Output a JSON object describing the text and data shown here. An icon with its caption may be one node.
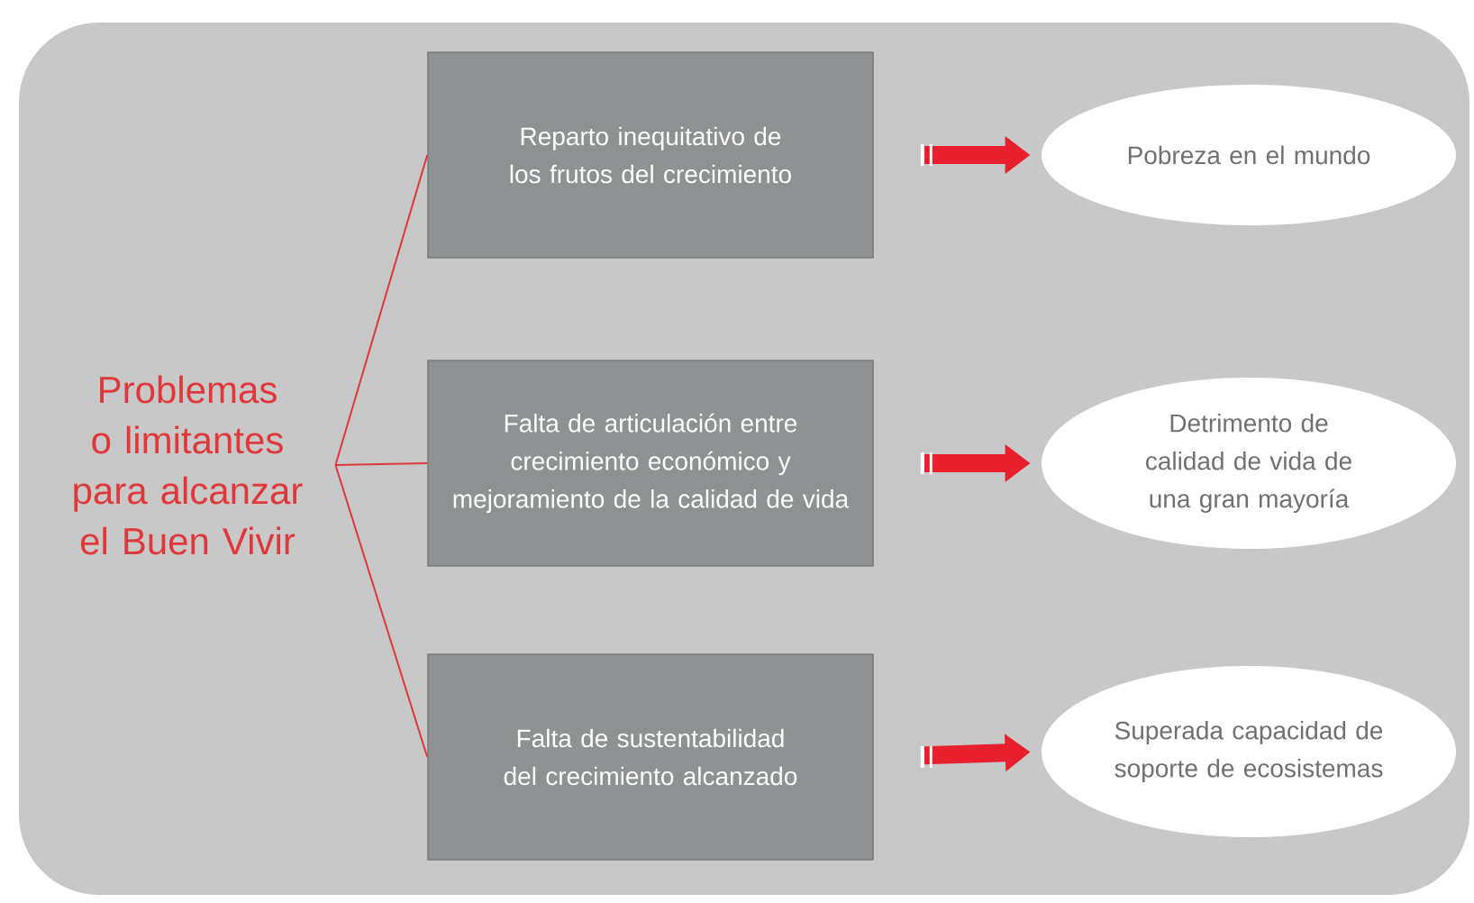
{
  "diagram": {
    "nodes": [
      {
        "text": [
          "Problemas o limitantes para alcanzar el Buen Vivir"
        ]
      },
      {
        "text": [
          "Reparto inequitativo de los frutos del crecimiento"
        ]
      },
      {
        "text": [
          "Falta de articulación entre crecimiento económico y mejoramiento de la calidad de vida"
        ]
      },
      {
        "text": [
          "Falta de sustentabilidad del crecimiento alcanzado"
        ]
      },
      {
        "text": [
          "Pobreza en el mundo"
        ]
      },
      {
        "text": [
          "Detrimento de calidad de vida de una gran mayoría"
        ]
      },
      {
        "text": [
          "Superada capacidad de soporte de ecosistemas"
        ]
      }
    ],
    "edges": [
      {
        "from": 0,
        "to": 1,
        "arrow": "none"
      },
      {
        "from": 0,
        "to": 2,
        "arrow": "none"
      },
      {
        "from": 0,
        "to": 3,
        "arrow": "none"
      },
      {
        "from": 1,
        "to": 4,
        "arrow": "to",
        "style": "thick"
      },
      {
        "from": 2,
        "to": 5,
        "arrow": "to",
        "style": "thick"
      },
      {
        "from": 3,
        "to": 6,
        "arrow": "to",
        "style": "thick"
      }
    ]
  }
}
